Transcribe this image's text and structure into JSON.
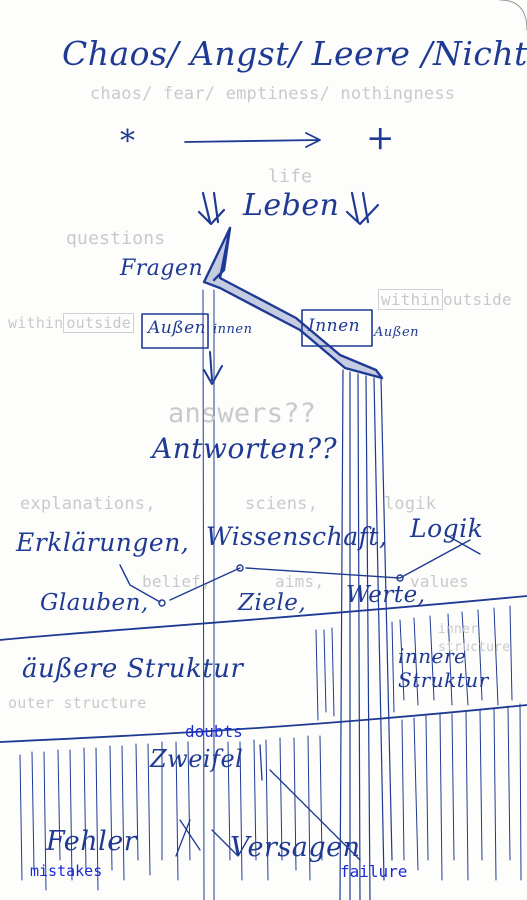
{
  "handwriting": {
    "title": "Chaos/ Angst/ Leere /Nichts",
    "star_symbol": "*",
    "cross_symbol": "+",
    "leben": "Leben",
    "fragen": "Fragen",
    "aussen_left": "Außen",
    "innen_left": "innen",
    "innen_right": "Innen",
    "aussen_right": "Außen",
    "antworten": "Antworten??",
    "erklaerungen": "Erklärungen,",
    "wissenschaft": "Wissenschaft,",
    "logik": "Logik",
    "glauben": "Glauben,",
    "ziele": "Ziele,",
    "werte": "Werte,",
    "aeussere_struktur": "äußere Struktur",
    "innere_struktur": "innere Struktur",
    "zweifel": "Zweifel",
    "fehler": "Fehler",
    "versagen": "Versagen"
  },
  "translations": {
    "chaos": "chaos/ fear/ emptiness/ nothingness",
    "life": "life",
    "questions": "questions",
    "within_right": "within",
    "outside_right": "outside",
    "within_left": "within",
    "outside_left": "outside",
    "answers": "answers??",
    "explanations": "explanations,",
    "sciens": "sciens,",
    "logik": "logik",
    "belief": "belief,",
    "aims": "aims,",
    "values": "values",
    "inner_structure_1": "inner",
    "inner_structure_2": "structure",
    "outer_structure": "outer structure",
    "doubts": "doubts",
    "mistakes": "mistakes",
    "failure": "failure"
  },
  "colors": {
    "ink": "#1f3a93",
    "translation_gray": "#c9c9c9",
    "translation_blue": "#1a2bd6",
    "paper": "#fdfdfc"
  }
}
